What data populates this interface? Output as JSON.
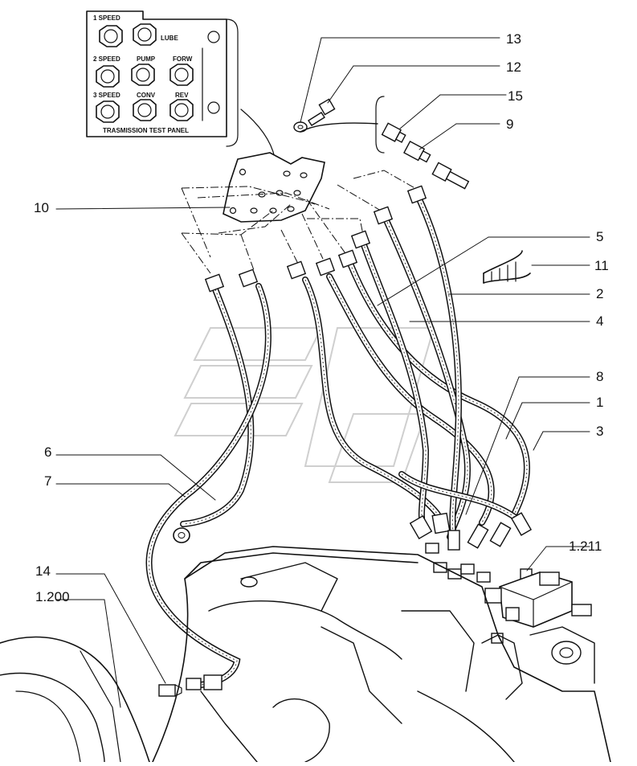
{
  "panel": {
    "title": "TRASMISSION TEST PANEL",
    "labels": [
      "1 SPEED",
      "LUBE",
      "2 SPEED",
      "PUMP",
      "FORW",
      "3 SPEED",
      "CONV",
      "REV"
    ]
  },
  "callouts": [
    "13",
    "12",
    "15",
    "9",
    "10",
    "5",
    "11",
    "2",
    "4",
    "8",
    "1",
    "3",
    "6",
    "7",
    "1.211",
    "14",
    "1.200"
  ]
}
